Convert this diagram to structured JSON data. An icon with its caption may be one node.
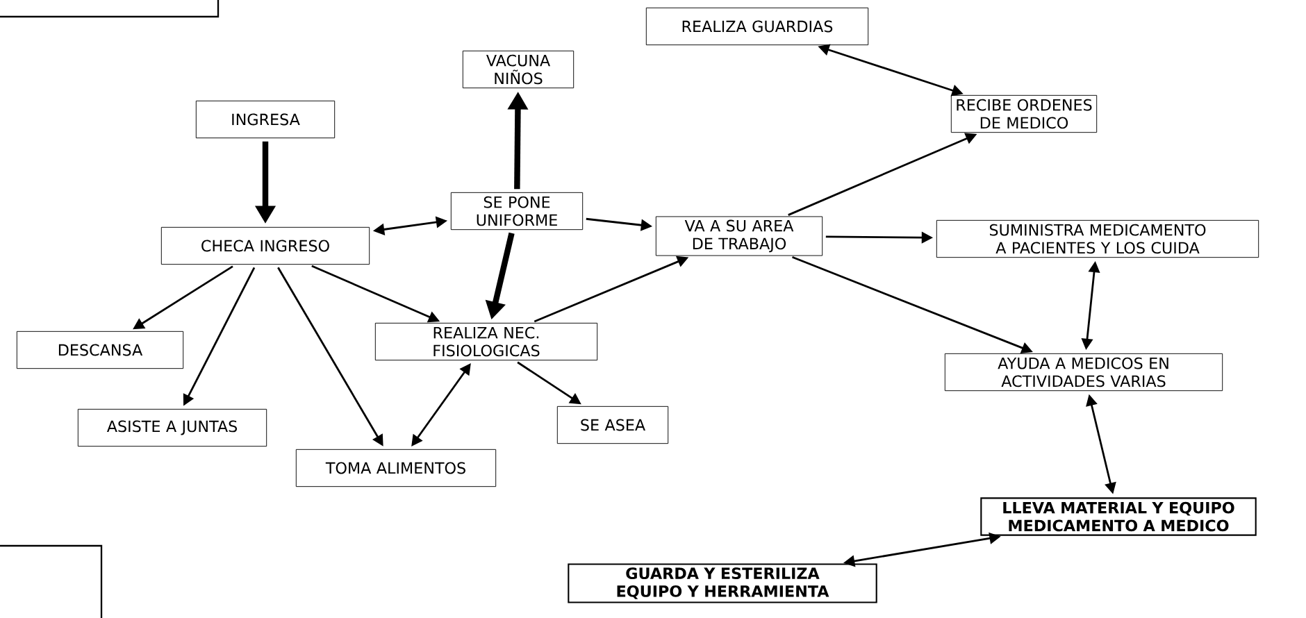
{
  "diagram": {
    "nodes": [
      {
        "text": [
          "VACUNA NIÑOS"
        ]
      },
      {
        "text": [
          "INGRESA"
        ]
      },
      {
        "text": [
          "SE PONE UNIFORME"
        ]
      },
      {
        "text": [
          "CHECA INGRESO"
        ]
      },
      {
        "text": [
          "REALIZA GUARDIAS"
        ]
      },
      {
        "text": [
          "RECIBE ORDENES DE MEDICO"
        ]
      },
      {
        "text": [
          "VA A SU AREA DE TRABAJO"
        ]
      },
      {
        "text": [
          "SUMINISTRA MEDICAMENTO A PACIENTES Y LOS CUIDA"
        ]
      },
      {
        "text": [
          "DESCANSA"
        ]
      },
      {
        "text": [
          "REALIZA NEC. FISIOLOGICAS"
        ]
      },
      {
        "text": [
          "AYUDA A MEDICOS EN ACTIVIDADES VARIAS"
        ]
      },
      {
        "text": [
          "ASISTE A JUNTAS"
        ]
      },
      {
        "text": [
          "SE ASEA"
        ]
      },
      {
        "text": [
          "TOMA ALIMENTOS"
        ]
      },
      {
        "text": [
          "LLEVA MATERIAL Y EQUIPO MEDICAMENTO A MEDICO"
        ]
      },
      {
        "text": [
          "GUARDA Y ESTERILIZA EQUIPO Y HERRAMIENTA"
        ]
      }
    ],
    "edges": [
      {
        "from": 1,
        "to": 3,
        "arrow": "to",
        "style": "thick"
      },
      {
        "from": 3,
        "to": 2,
        "arrow": "both"
      },
      {
        "from": 2,
        "to": 0,
        "arrow": "to",
        "style": "thick"
      },
      {
        "from": 2,
        "to": 9,
        "arrow": "to",
        "style": "thick"
      },
      {
        "from": 3,
        "to": 9,
        "arrow": "to"
      },
      {
        "from": 2,
        "to": 6,
        "arrow": "to"
      },
      {
        "from": 3,
        "to": 8,
        "arrow": "to"
      },
      {
        "from": 3,
        "to": 11,
        "arrow": "to"
      },
      {
        "from": 3,
        "to": 13,
        "arrow": "to"
      },
      {
        "from": 9,
        "to": 13,
        "arrow": "both"
      },
      {
        "from": 9,
        "to": 12,
        "arrow": "to"
      },
      {
        "from": 9,
        "to": 6,
        "arrow": "to"
      },
      {
        "from": 6,
        "to": 5,
        "arrow": "to"
      },
      {
        "from": 4,
        "to": 5,
        "arrow": "both"
      },
      {
        "from": 6,
        "to": 7,
        "arrow": "to"
      },
      {
        "from": 6,
        "to": 10,
        "arrow": "to"
      },
      {
        "from": 7,
        "to": 10,
        "arrow": "both"
      },
      {
        "from": 10,
        "to": 14,
        "arrow": "both"
      },
      {
        "from": 14,
        "to": 15,
        "arrow": "both"
      }
    ]
  }
}
